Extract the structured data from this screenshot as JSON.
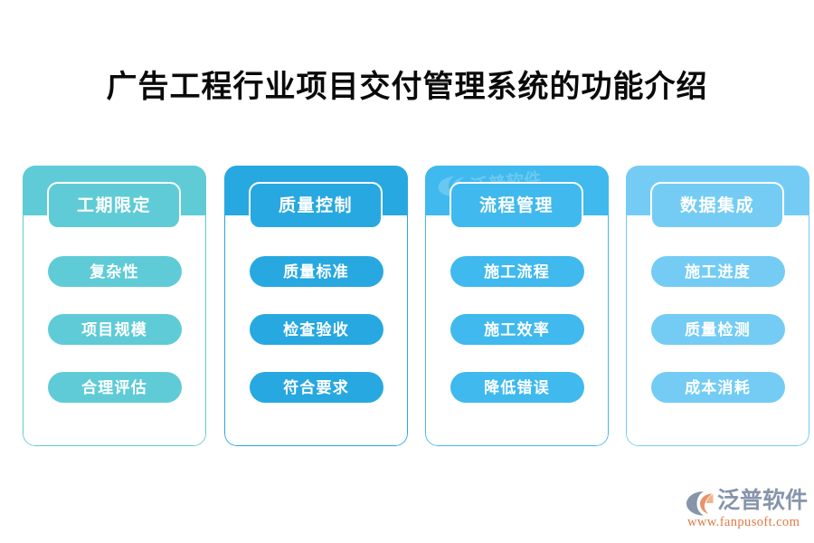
{
  "page": {
    "title": "广告工程行业项目交付管理系统的功能介绍",
    "background_color": "#ffffff"
  },
  "cards": [
    {
      "id": "card-schedule",
      "header": "工期限定",
      "color": "#5FCBD6",
      "items": [
        "复杂性",
        "项目规模",
        "合理评估"
      ],
      "has_watermark": false
    },
    {
      "id": "card-quality",
      "header": "质量控制",
      "color": "#28A8E0",
      "items": [
        "质量标准",
        "检查验收",
        "符合要求"
      ],
      "has_watermark": false
    },
    {
      "id": "card-process",
      "header": "流程管理",
      "color": "#3FB9EE",
      "items": [
        "施工流程",
        "施工效率",
        "降低错误"
      ],
      "has_watermark": true
    },
    {
      "id": "card-data",
      "header": "数据集成",
      "color": "#74CCF4",
      "items": [
        "施工进度",
        "质量检测",
        "成本消耗"
      ],
      "has_watermark": false
    }
  ],
  "brand": {
    "name": "泛普软件",
    "url": "www.fanpusoft.com",
    "name_color": "#8795ab",
    "url_color": "#e07a45",
    "mark_colors": {
      "arc": "#8795ab",
      "accent": "#e8946a"
    }
  }
}
